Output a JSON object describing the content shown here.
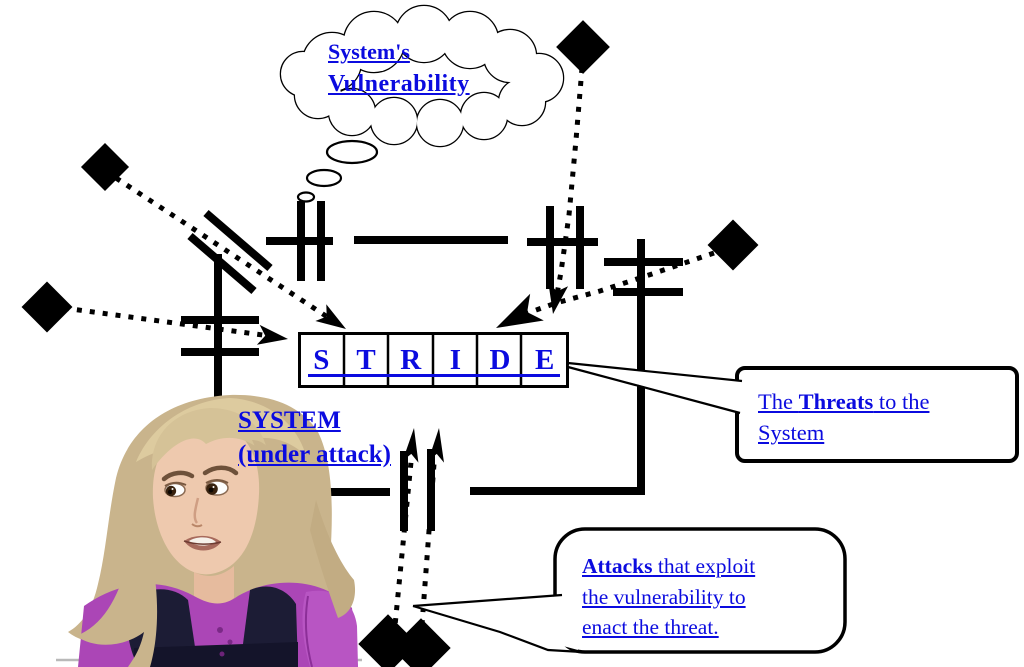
{
  "diagram": {
    "cloud": {
      "line1": "System's",
      "line2": "Vulnerability"
    },
    "stride": {
      "letters": [
        "S",
        "T",
        "R",
        "I",
        "D",
        "E"
      ]
    },
    "system_label": {
      "line1": "SYSTEM",
      "line2": "(under attack)"
    },
    "callout_threats": {
      "pre": "The ",
      "bold": "Threats",
      "post": " to the",
      "line2": "System"
    },
    "callout_attacks": {
      "bold": "Attacks",
      "line1_rest": " that exploit",
      "line2": "the vulnerability to",
      "line3": "enact the threat."
    },
    "colors": {
      "text_blue": "#0b0bdf",
      "ink": "#000000",
      "background": "#ffffff",
      "shirt_purple": "#ab46b6",
      "harness_navy": "#1c1c35",
      "hair_blonde": "#c9b48c",
      "skin": "#eec9ae"
    }
  }
}
